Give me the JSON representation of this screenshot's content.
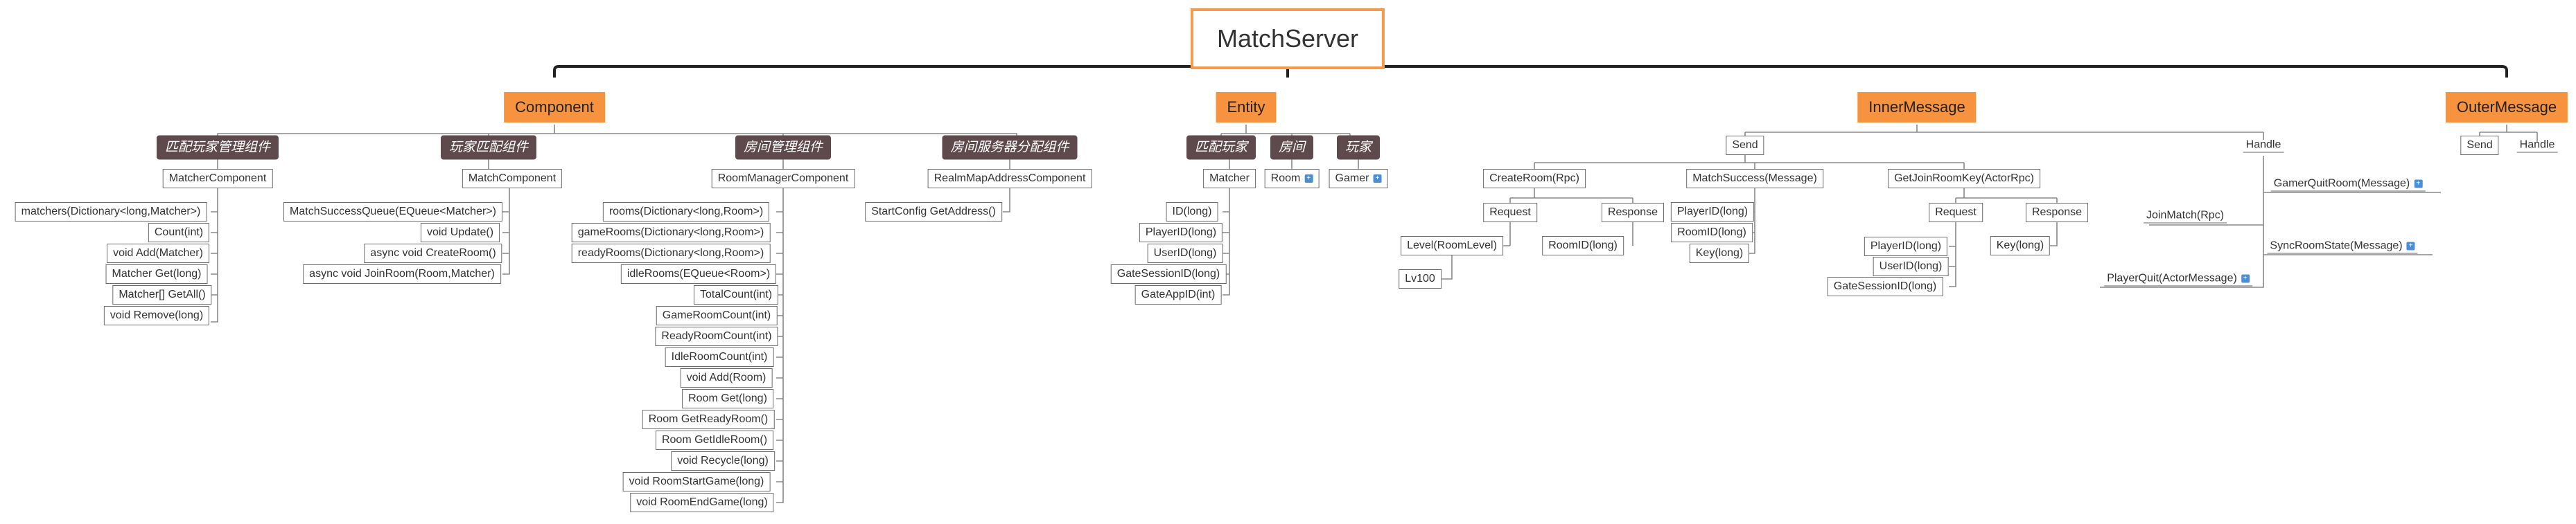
{
  "root": "MatchServer",
  "branches": {
    "component": {
      "label": "Component",
      "categories": {
        "match_player_mgr": {
          "label": "匹配玩家管理组件",
          "class": "MatcherComponent",
          "members": [
            "matchers(Dictionary<long,Matcher>)",
            "Count(int)",
            "void Add(Matcher)",
            "Matcher Get(long)",
            "Matcher[] GetAll()",
            "void Remove(long)"
          ]
        },
        "player_match": {
          "label": "玩家匹配组件",
          "class": "MatchComponent",
          "members": [
            "MatchSuccessQueue(EQueue<Matcher>)",
            "void Update()",
            "async void CreateRoom()",
            "async void JoinRoom(Room,Matcher)"
          ]
        },
        "room_mgr": {
          "label": "房间管理组件",
          "class": "RoomManagerComponent",
          "members": [
            "rooms(Dictionary<long,Room>)",
            "gameRooms(Dictionary<long,Room>)",
            "readyRooms(Dictionary<long,Room>)",
            "idleRooms(EQueue<Room>)",
            "TotalCount(int)",
            "GameRoomCount(int)",
            "ReadyRoomCount(int)",
            "IdleRoomCount(int)",
            "void Add(Room)",
            "Room Get(long)",
            "Room GetReadyRoom()",
            "Room GetIdleRoom()",
            "void Recycle(long)",
            "void RoomStartGame(long)",
            "void RoomEndGame(long)"
          ]
        },
        "room_server_alloc": {
          "label": "房间服务器分配组件",
          "class": "RealmMapAddressComponent",
          "members": [
            "StartConfig GetAddress()"
          ]
        }
      }
    },
    "entity": {
      "label": "Entity",
      "categories": {
        "matcher": {
          "label": "匹配玩家",
          "class": "Matcher",
          "members": [
            "ID(long)",
            "PlayerID(long)",
            "UserID(long)",
            "GateSessionID(long)",
            "GateAppID(int)"
          ]
        },
        "room": {
          "label": "房间",
          "class": "Room"
        },
        "gamer": {
          "label": "玩家",
          "class": "Gamer"
        }
      },
      "expand_icon": "+"
    },
    "inner_message": {
      "label": "InnerMessage",
      "send": "Send",
      "handle": "Handle",
      "create_room": {
        "label": "CreateRoom(Rpc)",
        "request": "Request",
        "response": "Response",
        "request_fields": [
          "Level(RoomLevel)"
        ],
        "level_value": "Lv100",
        "response_fields": [
          "RoomID(long)"
        ]
      },
      "match_success": {
        "label": "MatchSuccess(Message)",
        "fields": [
          "PlayerID(long)",
          "RoomID(long)",
          "Key(long)"
        ]
      },
      "get_join_room_key": {
        "label": "GetJoinRoomKey(ActorRpc)",
        "request": "Request",
        "response": "Response",
        "request_fields": [
          "PlayerID(long)",
          "UserID(long)",
          "GateSessionID(long)"
        ],
        "response_fields": [
          "Key(long)"
        ]
      },
      "handlers": [
        "GamerQuitRoom(Message)",
        "JoinMatch(Rpc)",
        "SyncRoomState(Message)",
        "PlayerQuit(ActorMessage)"
      ]
    },
    "outer_message": {
      "label": "OuterMessage",
      "send": "Send",
      "handle": "Handle"
    }
  },
  "colors": {
    "root_border": "#f39a4e",
    "branch": "#f7923f",
    "category": "#5e4a4d",
    "line": "#7a7a7a",
    "expand": "#4a8fd6"
  }
}
